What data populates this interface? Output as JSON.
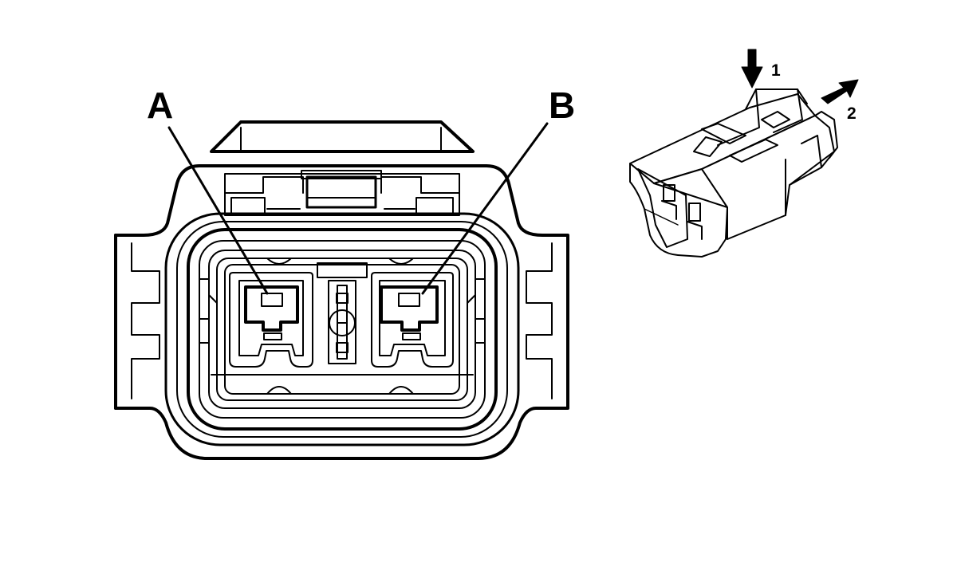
{
  "front_view": {
    "pin_labels": [
      "A",
      "B"
    ]
  },
  "iso_view": {
    "step_labels": [
      "1",
      "2"
    ]
  },
  "colors": {
    "line": "#000000",
    "background": "#ffffff"
  }
}
